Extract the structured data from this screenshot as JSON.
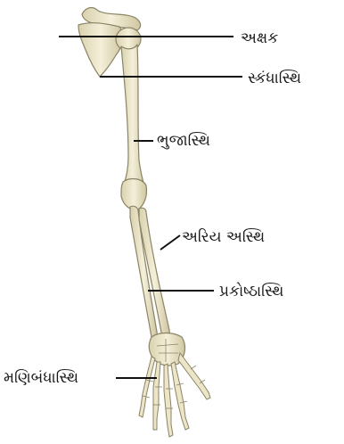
{
  "diagram": {
    "labels": {
      "clavicle": "અક્ષક",
      "scapula": "સ્કંધાસ્થિ",
      "humerus": "ભુજાસ્થિ",
      "radius": "અરિય  અસ્થિ",
      "ulna": "પ્રકોષ્ઠાસ્થિ",
      "carpals": "મણિબંધાસ્થિ"
    },
    "colors": {
      "bone_fill": "#ece5c8",
      "bone_stroke": "#8a8466",
      "leader_line": "#111111"
    }
  }
}
